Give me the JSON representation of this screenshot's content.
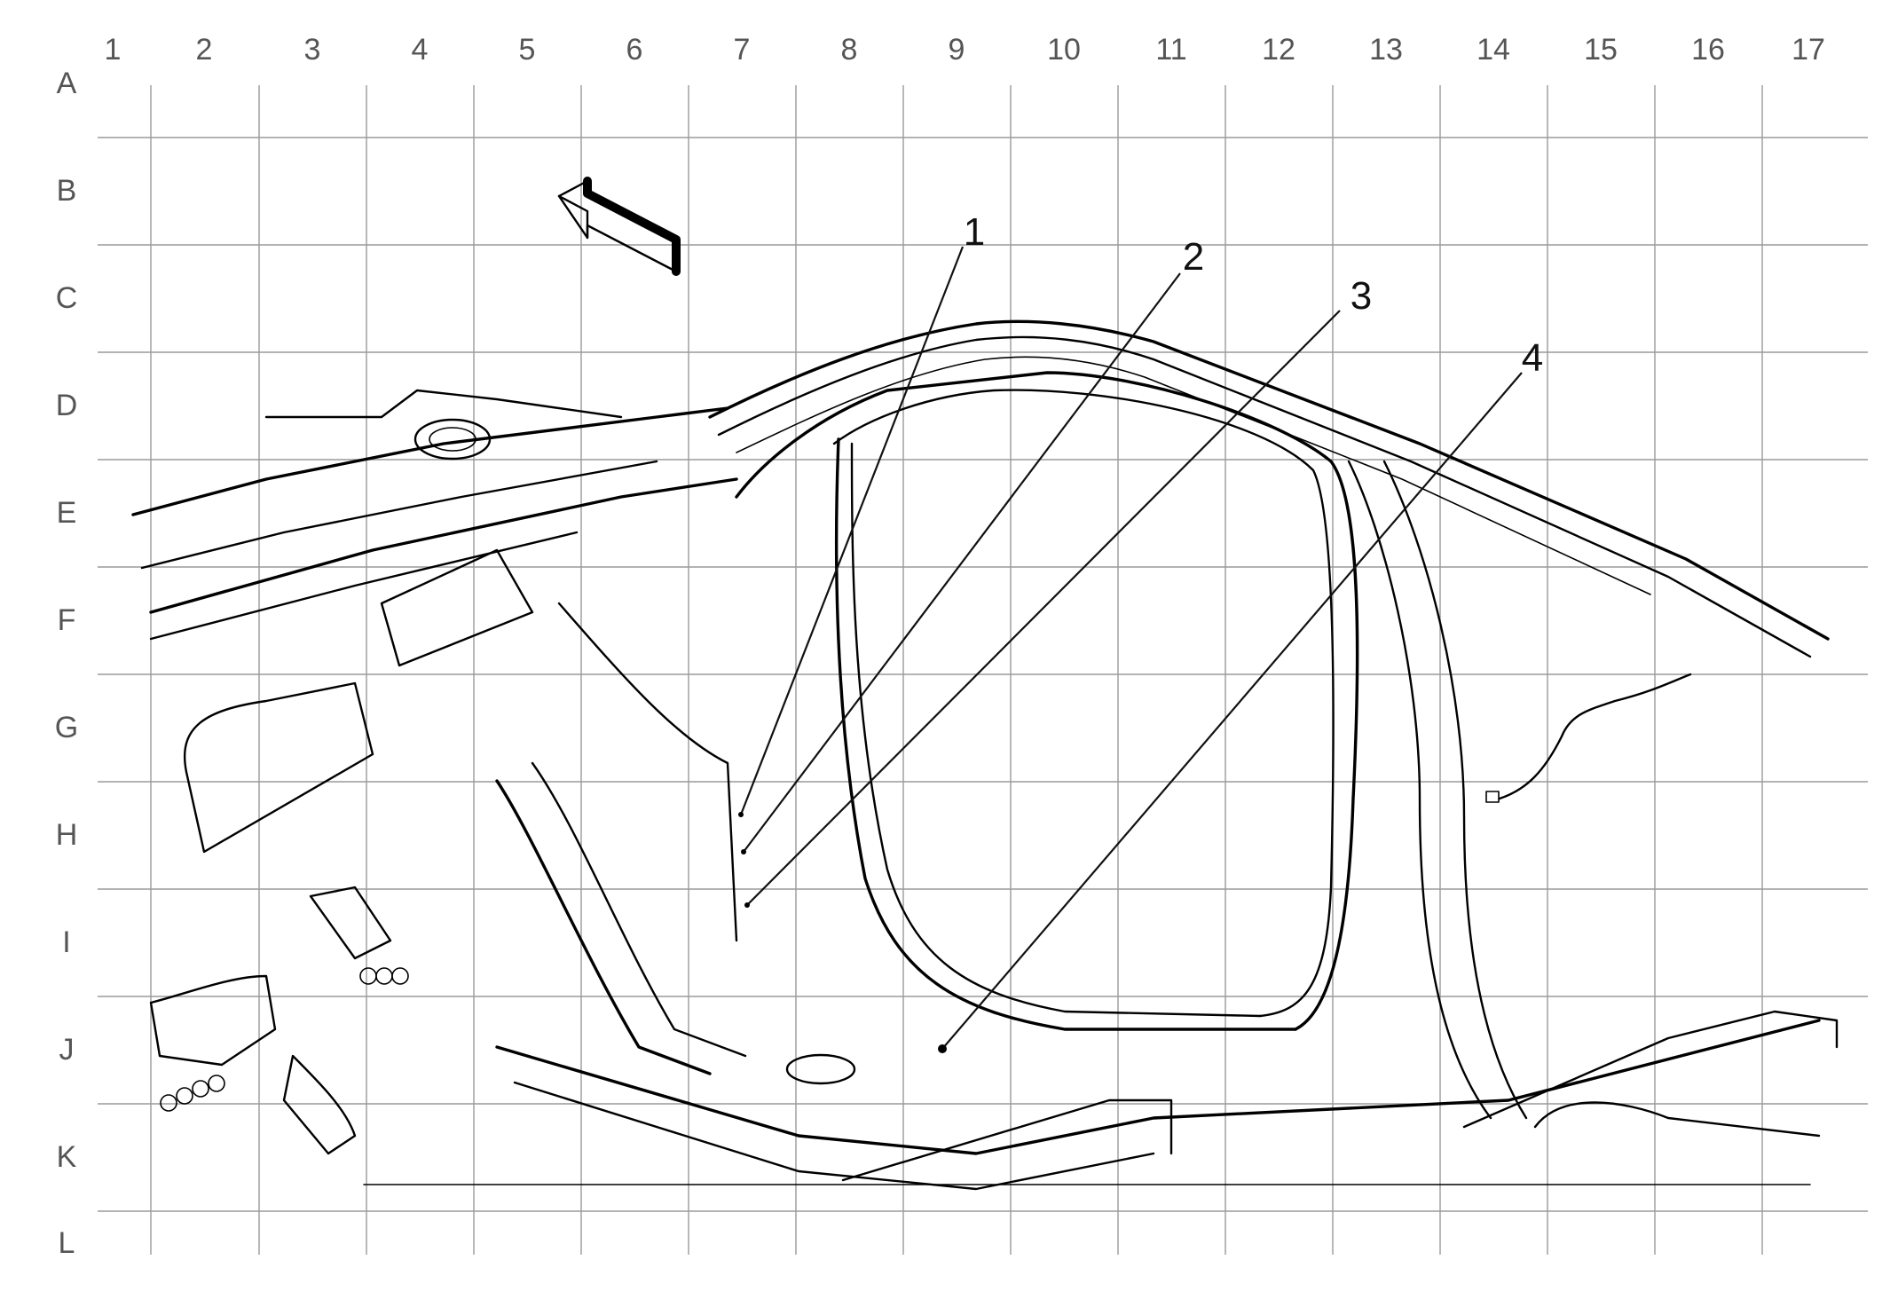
{
  "grid": {
    "columns": [
      "1",
      "2",
      "3",
      "4",
      "5",
      "6",
      "7",
      "8",
      "9",
      "10",
      "11",
      "12",
      "13",
      "14",
      "15",
      "16",
      "17"
    ],
    "rows": [
      "A",
      "B",
      "C",
      "D",
      "E",
      "F",
      "G",
      "H",
      "I",
      "J",
      "K",
      "L"
    ]
  },
  "callouts": [
    {
      "id": "1",
      "label": "1"
    },
    {
      "id": "2",
      "label": "2"
    },
    {
      "id": "3",
      "label": "3"
    },
    {
      "id": "4",
      "label": "4"
    }
  ],
  "icons": {
    "front_arrow": "arrow-icon"
  }
}
